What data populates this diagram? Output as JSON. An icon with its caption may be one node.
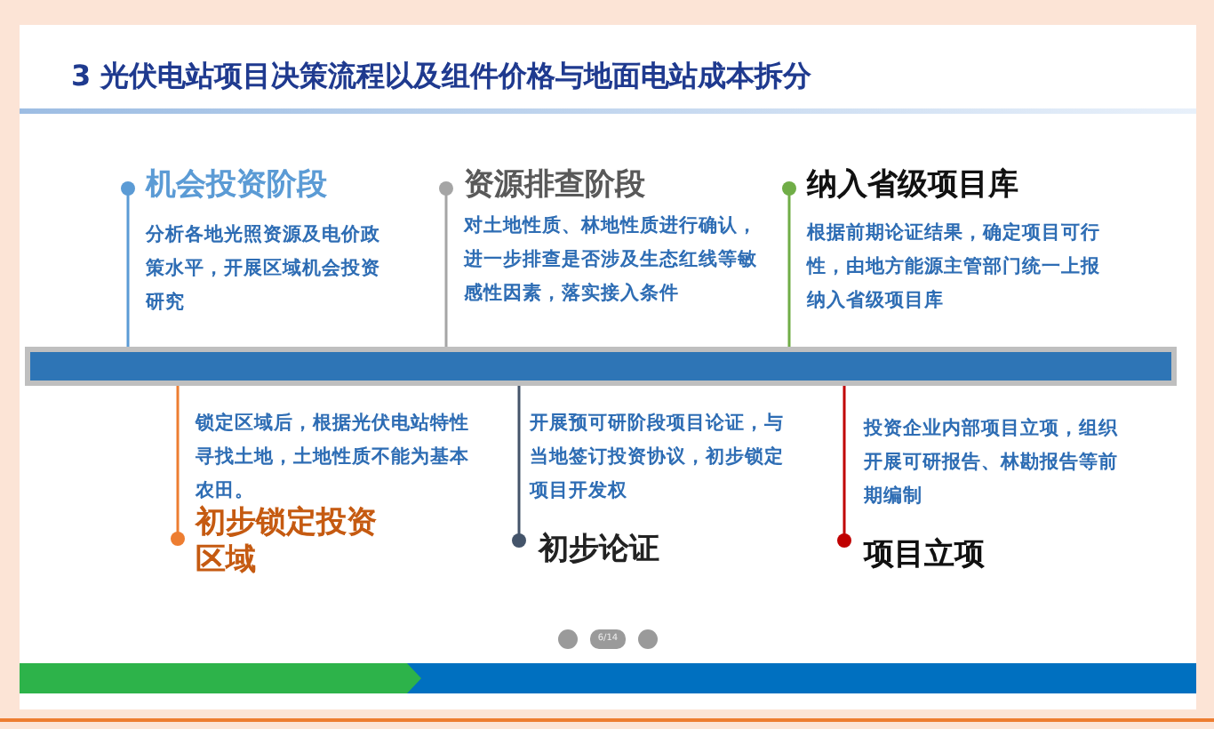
{
  "diagram": {
    "title": "3 光伏电站项目决策流程以及组件价格与地面电站成本拆分",
    "nodes": [
      {
        "text": [
          "机会投资阶段",
          "分析各地光照资源及电价政策水平，开展区域机会投资研究"
        ]
      },
      {
        "text": [
          "锁定区域后，根据光伏电站特性寻找土地，土地性质不能为基本农田。",
          "初步锁定投资区域"
        ]
      },
      {
        "text": [
          "资源排查阶段",
          "对土地性质、林地性质进行确认，进一步排查是否涉及生态红线等敏感性因素，落实接入条件"
        ]
      },
      {
        "text": [
          "开展预可研阶段项目论证，与当地签订投资协议，初步锁定项目开发权",
          "初步论证"
        ]
      },
      {
        "text": [
          "纳入省级项目库",
          "根据前期论证结果，确定项目可行性，由地方能源主管部门统一上报纳入省级项目库"
        ]
      },
      {
        "text": [
          "投资企业内部项目立项，组织开展可研报告、林勘报告等前期编制",
          "项目立项"
        ]
      },
      {
        "text": [],
        "shape": "bar"
      }
    ],
    "labels": [
      "6/14"
    ]
  }
}
